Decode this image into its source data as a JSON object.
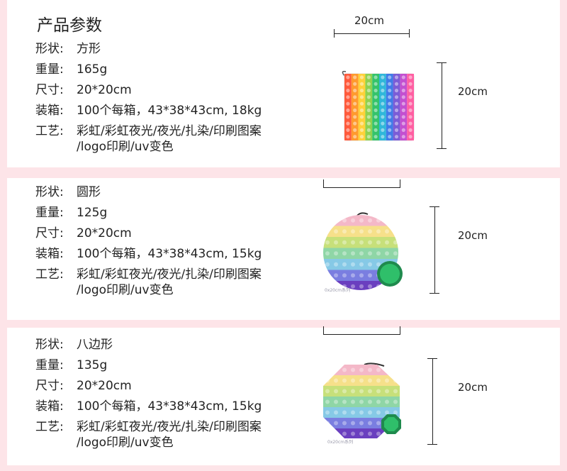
{
  "header": {
    "title": "产品参数"
  },
  "labels": {
    "shape": "形状:",
    "weight": "重量:",
    "size": "尺寸:",
    "packing": "装箱:",
    "craft": "工艺:"
  },
  "products": [
    {
      "shape": "方形",
      "weight": "165g",
      "size": "20*20cm",
      "packing": "100个每箱，43*38*43cm, 18kg",
      "craft": "彩虹/彩虹夜光/夜光/扎染/印刷图案\n/logo印刷/uv变色",
      "dim_width": "20cm",
      "dim_height": "20cm"
    },
    {
      "shape": "圆形",
      "weight": "125g",
      "size": "20*20cm",
      "packing": "100个每箱，43*38*43cm, 15kg",
      "craft": "彩虹/彩虹夜光/夜光/扎染/印刷图案\n/logo印刷/uv变色",
      "dim_height": "20cm",
      "image_caption": "0x20cm系列"
    },
    {
      "shape": "八边形",
      "weight": "135g",
      "size": "20*20cm",
      "packing": "100个每箱，43*38*43cm, 15kg",
      "craft": "彩虹/彩虹夜光/夜光/扎染/印刷图案\n/logo印刷/uv变色",
      "dim_height": "20cm",
      "image_caption": "0x20cm系列"
    }
  ]
}
